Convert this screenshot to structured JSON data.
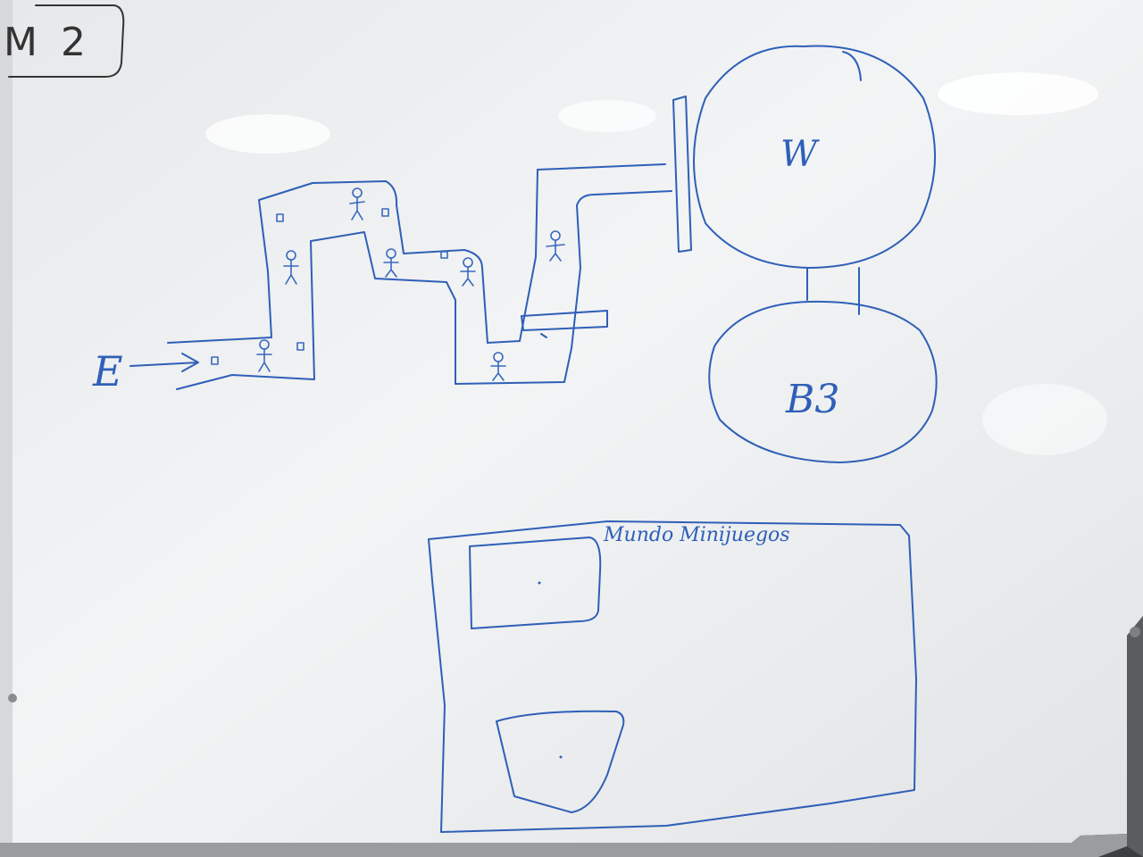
{
  "photo": {
    "subject": "whiteboard",
    "ink_color": "#2f5fb8",
    "board_color": "#eef0f2"
  },
  "labels": {
    "corner_tag": "M 2",
    "entrance": "E",
    "circle_top": "W",
    "circle_bottom": "B3",
    "minigame_title": "Mundo Minijuegos"
  }
}
